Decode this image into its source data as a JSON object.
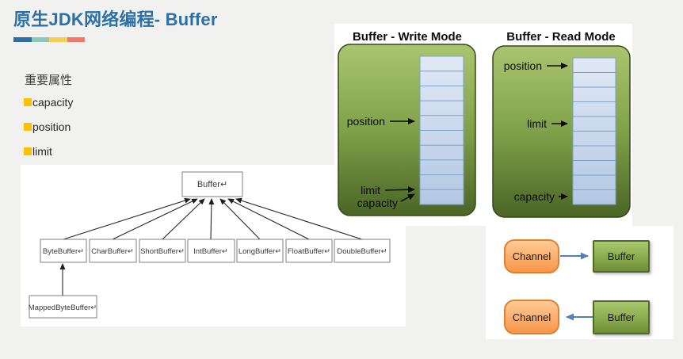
{
  "slide": {
    "title": "原生JDK网络编程- Buffer"
  },
  "attributes": {
    "heading": "重要属性",
    "items": [
      "capacity",
      "position",
      "limit"
    ]
  },
  "hierarchy": {
    "root": "Buffer↵",
    "subclasses": [
      "ByteBuffer↵",
      "CharBuffer↵",
      "ShortBuffer↵",
      "IntBuffer↵",
      "LongBuffer↵",
      "FloatBuffer↵",
      "DoubleBuffer↵"
    ],
    "sub_subclass": "MappedByteBuffer↵"
  },
  "write_mode": {
    "title": "Buffer - Write Mode",
    "position_label": "position",
    "limit_label": "limit",
    "capacity_label": "capacity",
    "cell_count": 10,
    "position_cell": 5,
    "limit_cell": 10,
    "capacity_cell": 10
  },
  "read_mode": {
    "title": "Buffer - Read Mode",
    "position_label": "position",
    "limit_label": "limit",
    "capacity_label": "capacity",
    "cell_count": 10,
    "position_cell": 1,
    "limit_cell": 5,
    "capacity_cell": 10
  },
  "flow": {
    "rows": [
      {
        "source": "Channel",
        "target": "Buffer",
        "direction": "right"
      },
      {
        "source": "Channel",
        "target": "Buffer",
        "direction": "left"
      }
    ]
  },
  "colors": {
    "title_blue": "#2b70a7",
    "accent_bar": [
      "#2e6da4",
      "#8cc7ba",
      "#f4d054",
      "#f3776c"
    ],
    "bullet_yellow": "#ffc000",
    "mode_green_top": "#abc56f",
    "mode_green_bottom": "#4a6525",
    "cell_blue_top": "#e0e9f5",
    "cell_blue_bottom": "#b3c8e4",
    "channel_orange": "#f8964a",
    "channel_border": "#e0812f",
    "buffer_green": "#6d8d39",
    "flow_arrow_blue": "#4f81bd"
  }
}
